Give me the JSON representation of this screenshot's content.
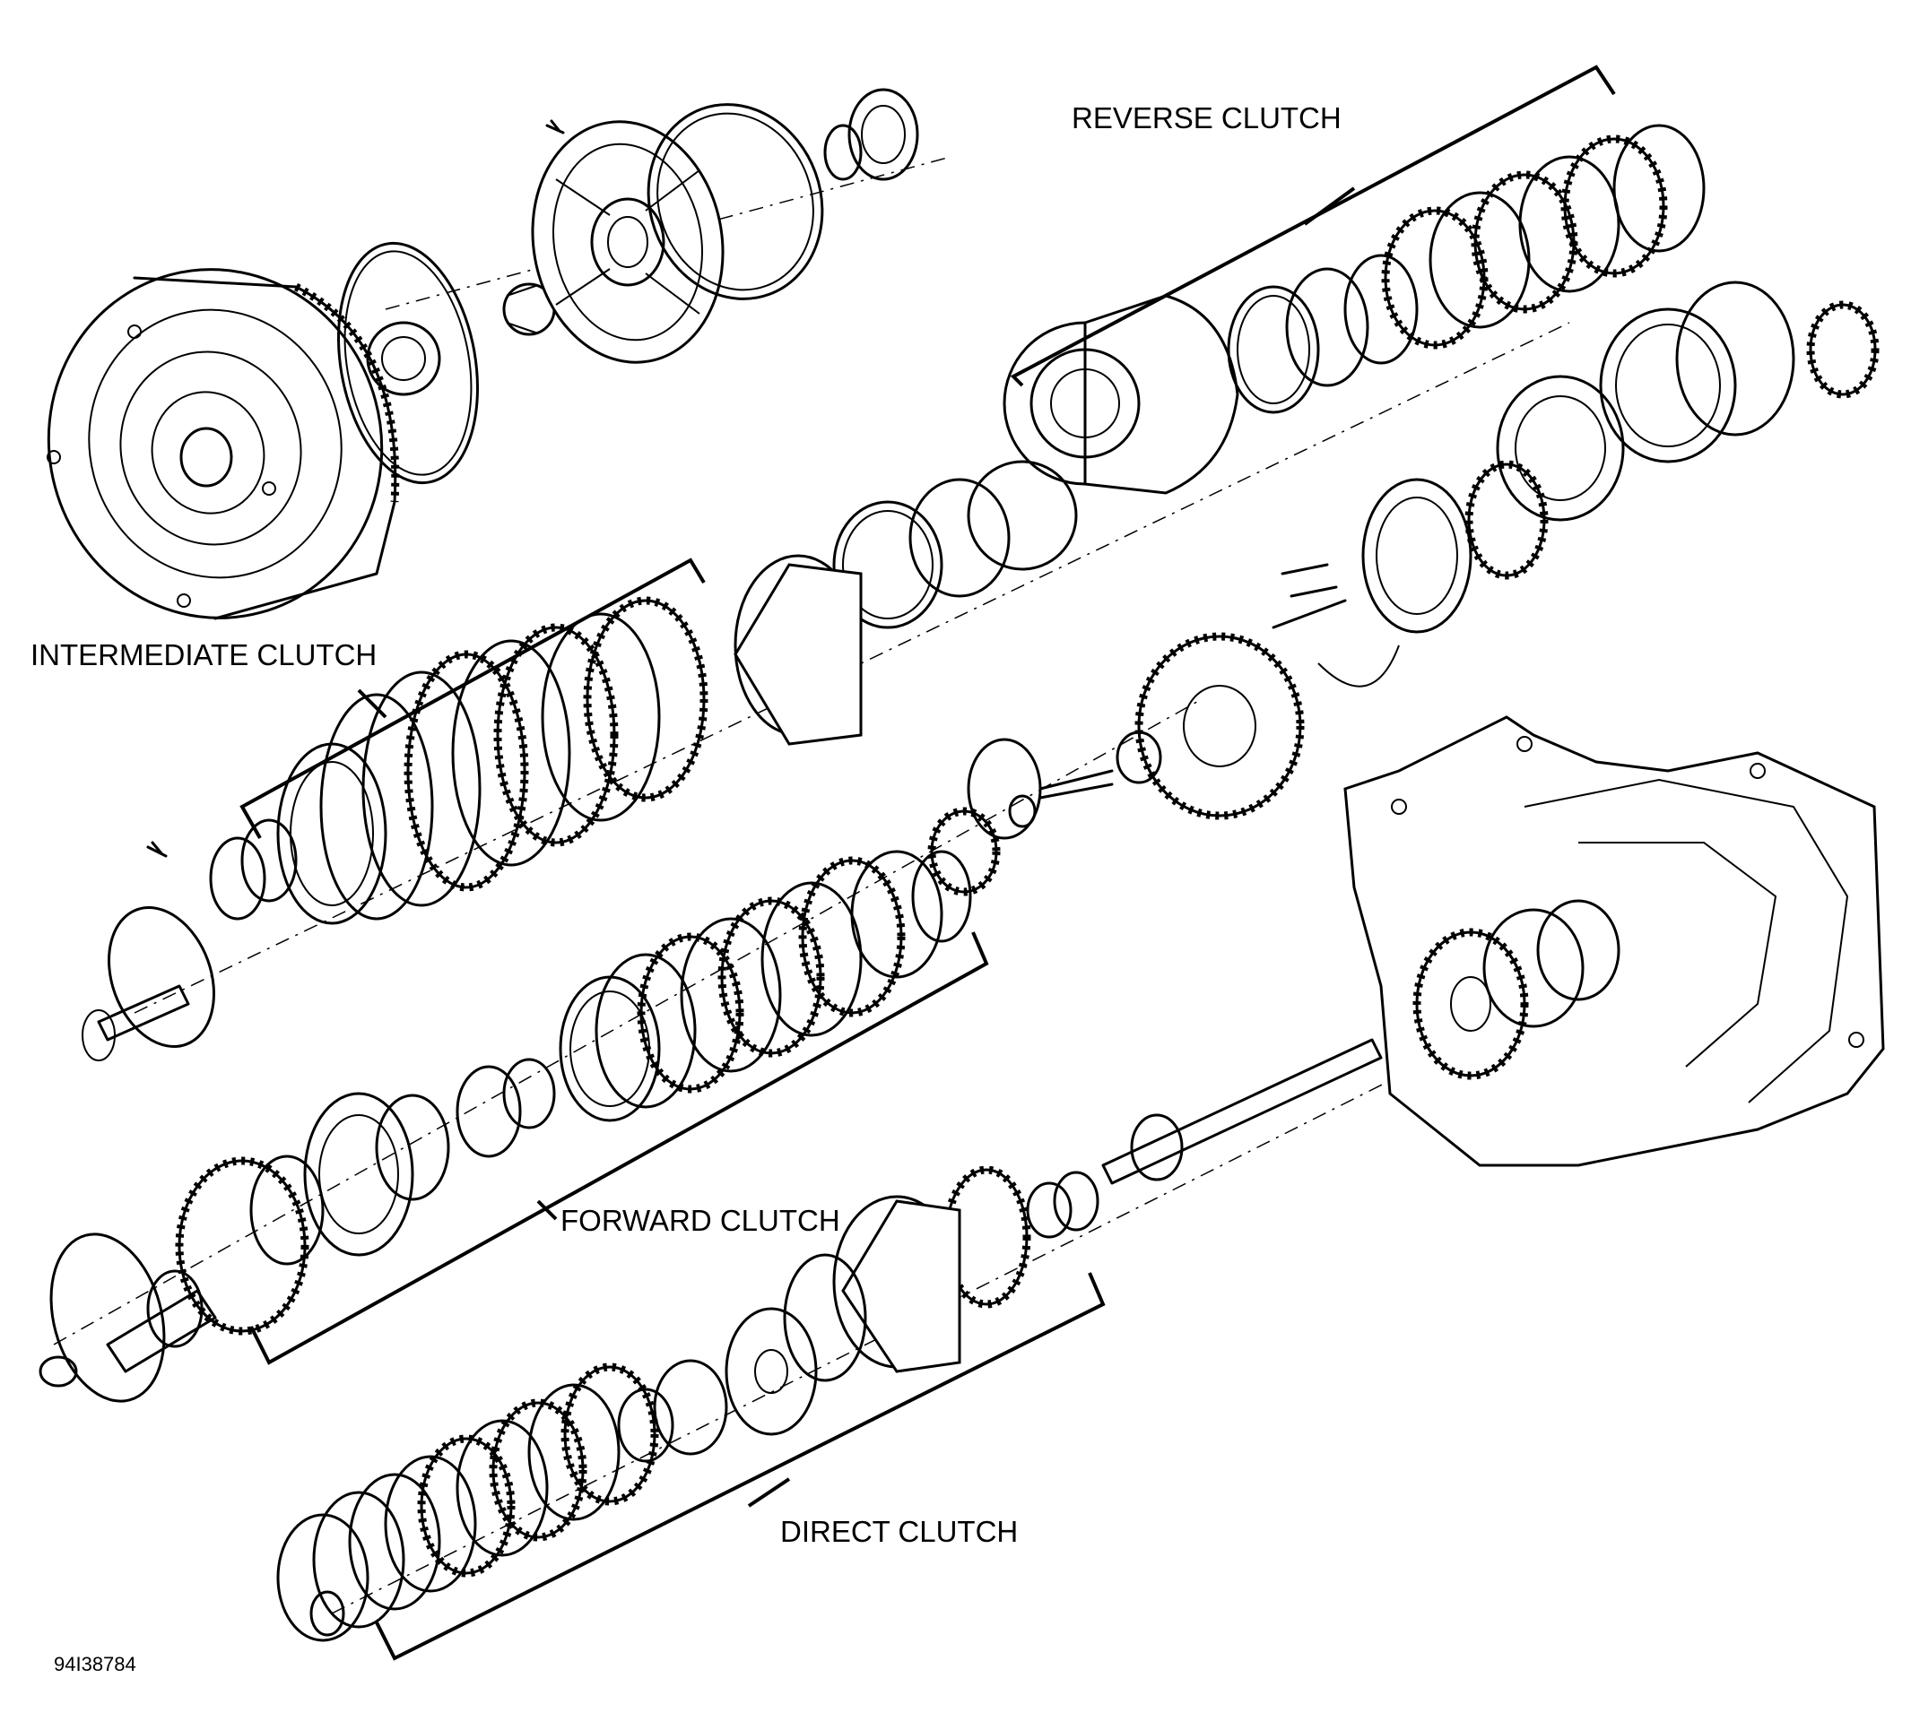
{
  "labels": {
    "reverse_clutch": "REVERSE CLUTCH",
    "intermediate_clutch": "INTERMEDIATE CLUTCH",
    "forward_clutch": "FORWARD CLUTCH",
    "direct_clutch": "DIRECT CLUTCH"
  },
  "figure_id": "94I38784"
}
